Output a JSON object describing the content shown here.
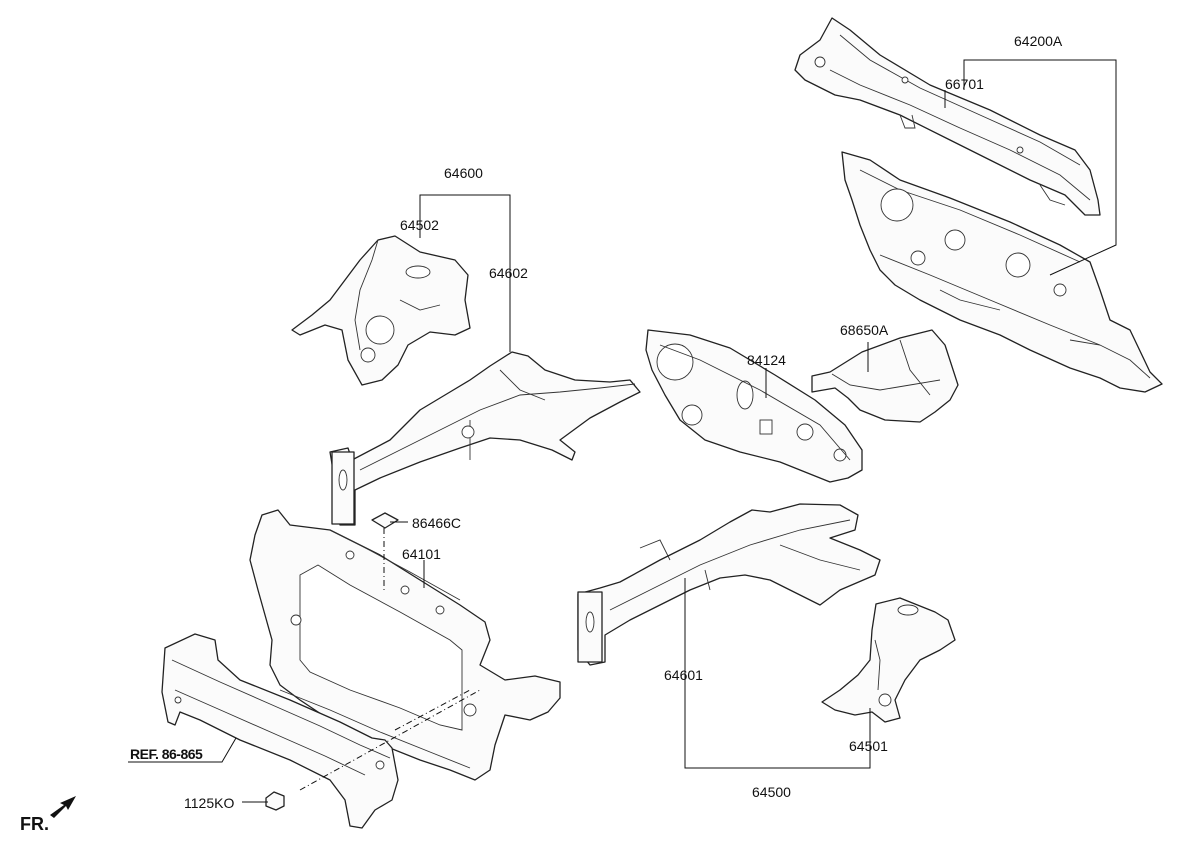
{
  "diagram": {
    "labels": {
      "p64200A": "64200A",
      "p66701": "66701",
      "p64600": "64600",
      "p64502": "64502",
      "p64602": "64602",
      "p68650A": "68650A",
      "p84124": "84124",
      "p86466C": "86466C",
      "p64101": "64101",
      "p64601": "64601",
      "p64501": "64501",
      "p64500": "64500",
      "ref": "REF. 86-865",
      "p1125KO": "1125KO",
      "fr": "FR."
    }
  }
}
